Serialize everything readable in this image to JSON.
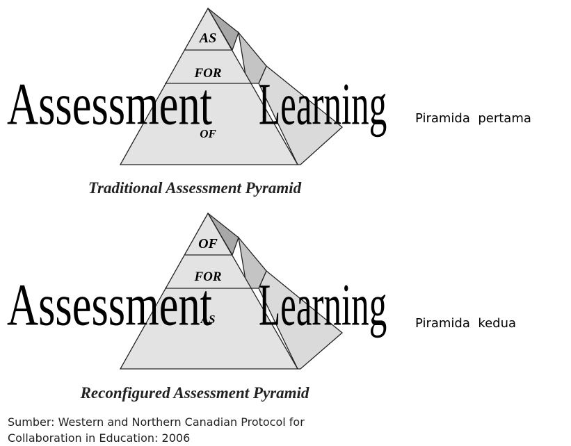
{
  "words": {
    "left": "Assessment",
    "right": "Learning"
  },
  "pyramid_1": {
    "top_level": "AS",
    "middle_level": "FOR",
    "bottom_level": "OF",
    "caption": "Traditional Assessment Pyramid",
    "side_label": "Piramida  pertama"
  },
  "pyramid_2": {
    "top_level": "OF",
    "middle_level": "FOR",
    "bottom_level": "AS",
    "caption": "Reconfigured Assessment Pyramid",
    "side_label": "Piramida  kedua"
  },
  "source": {
    "line1": "Sumber: Western and Northern Canadian Protocol for",
    "line2": "Collaboration in Education: 2006"
  },
  "colors": {
    "front_face": "#e3e3e3",
    "side_face_top": "#a8a8a8",
    "side_face_mid": "#c4c4c4",
    "side_face_bottom": "#dadada",
    "outline": "#222222"
  }
}
